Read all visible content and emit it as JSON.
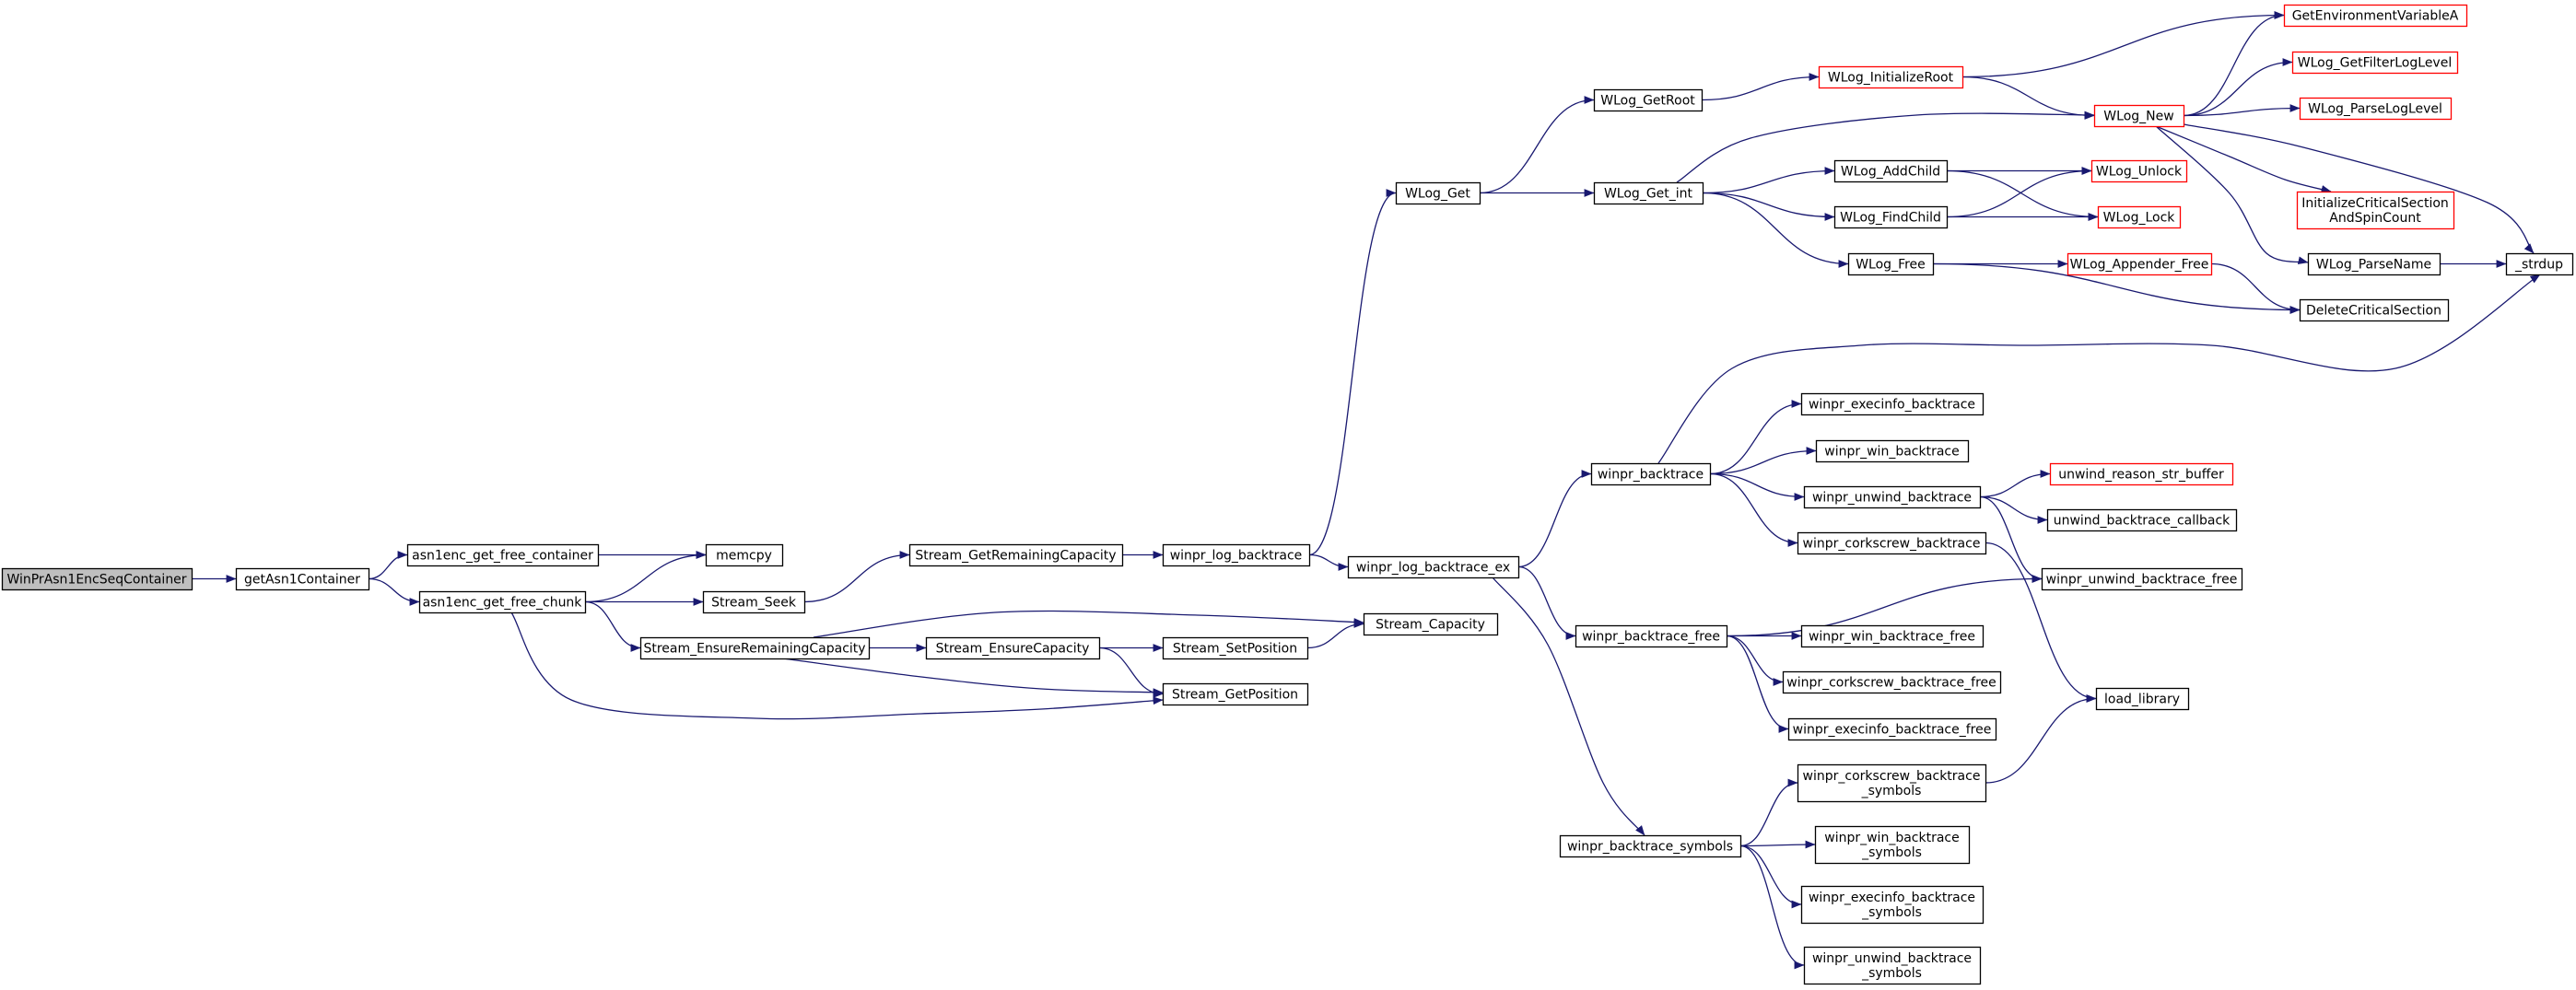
{
  "colors": {
    "edge": "#191970",
    "node_border": "#000000",
    "node_fill": "#ffffff",
    "root_fill": "#bfbfbf",
    "truncated_border": "#ff0000"
  },
  "nodes": [
    {
      "id": "root",
      "lines": [
        "WinPrAsn1EncSeqContainer"
      ],
      "style": "root"
    },
    {
      "id": "getAsn1Container",
      "lines": [
        "getAsn1Container"
      ]
    },
    {
      "id": "asn1enc_get_free_container",
      "lines": [
        "asn1enc_get_free_container"
      ]
    },
    {
      "id": "asn1enc_get_free_chunk",
      "lines": [
        "asn1enc_get_free_chunk"
      ]
    },
    {
      "id": "memcpy",
      "lines": [
        "memcpy"
      ]
    },
    {
      "id": "Stream_Seek",
      "lines": [
        "Stream_Seek"
      ]
    },
    {
      "id": "Stream_EnsureRemainingCapacity",
      "lines": [
        "Stream_EnsureRemainingCapacity"
      ]
    },
    {
      "id": "Stream_GetRemainingCapacity",
      "lines": [
        "Stream_GetRemainingCapacity"
      ]
    },
    {
      "id": "Stream_EnsureCapacity",
      "lines": [
        "Stream_EnsureCapacity"
      ]
    },
    {
      "id": "Stream_SetPosition",
      "lines": [
        "Stream_SetPosition"
      ]
    },
    {
      "id": "Stream_GetPosition",
      "lines": [
        "Stream_GetPosition"
      ]
    },
    {
      "id": "Stream_Capacity",
      "lines": [
        "Stream_Capacity"
      ]
    },
    {
      "id": "winpr_log_backtrace",
      "lines": [
        "winpr_log_backtrace"
      ]
    },
    {
      "id": "winpr_log_backtrace_ex",
      "lines": [
        "winpr_log_backtrace_ex"
      ]
    },
    {
      "id": "WLog_Get",
      "lines": [
        "WLog_Get"
      ]
    },
    {
      "id": "WLog_GetRoot",
      "lines": [
        "WLog_GetRoot"
      ]
    },
    {
      "id": "WLog_Get_int",
      "lines": [
        "WLog_Get_int"
      ]
    },
    {
      "id": "WLog_InitializeRoot",
      "lines": [
        "WLog_InitializeRoot"
      ],
      "style": "truncated"
    },
    {
      "id": "WLog_New",
      "lines": [
        "WLog_New"
      ],
      "style": "truncated"
    },
    {
      "id": "WLog_AddChild",
      "lines": [
        "WLog_AddChild"
      ]
    },
    {
      "id": "WLog_FindChild",
      "lines": [
        "WLog_FindChild"
      ]
    },
    {
      "id": "WLog_Free",
      "lines": [
        "WLog_Free"
      ]
    },
    {
      "id": "WLog_Unlock",
      "lines": [
        "WLog_Unlock"
      ],
      "style": "truncated"
    },
    {
      "id": "WLog_Lock",
      "lines": [
        "WLog_Lock"
      ],
      "style": "truncated"
    },
    {
      "id": "WLog_Appender_Free",
      "lines": [
        "WLog_Appender_Free"
      ],
      "style": "truncated"
    },
    {
      "id": "GetEnvironmentVariableA",
      "lines": [
        "GetEnvironmentVariableA"
      ],
      "style": "truncated"
    },
    {
      "id": "WLog_GetFilterLogLevel",
      "lines": [
        "WLog_GetFilterLogLevel"
      ],
      "style": "truncated"
    },
    {
      "id": "WLog_ParseLogLevel",
      "lines": [
        "WLog_ParseLogLevel"
      ],
      "style": "truncated"
    },
    {
      "id": "InitializeCriticalSectionAndSpinCount",
      "lines": [
        "InitializeCriticalSection",
        "AndSpinCount"
      ],
      "style": "truncated"
    },
    {
      "id": "WLog_ParseName",
      "lines": [
        "WLog_ParseName"
      ]
    },
    {
      "id": "DeleteCriticalSection",
      "lines": [
        "DeleteCriticalSection"
      ]
    },
    {
      "id": "_strdup",
      "lines": [
        "_strdup"
      ]
    },
    {
      "id": "winpr_backtrace",
      "lines": [
        "winpr_backtrace"
      ]
    },
    {
      "id": "winpr_execinfo_backtrace",
      "lines": [
        "winpr_execinfo_backtrace"
      ]
    },
    {
      "id": "winpr_win_backtrace",
      "lines": [
        "winpr_win_backtrace"
      ]
    },
    {
      "id": "winpr_unwind_backtrace",
      "lines": [
        "winpr_unwind_backtrace"
      ]
    },
    {
      "id": "winpr_corkscrew_backtrace",
      "lines": [
        "winpr_corkscrew_backtrace"
      ]
    },
    {
      "id": "unwind_reason_str_buffer",
      "lines": [
        "unwind_reason_str_buffer"
      ],
      "style": "truncated"
    },
    {
      "id": "unwind_backtrace_callback",
      "lines": [
        "unwind_backtrace_callback"
      ]
    },
    {
      "id": "winpr_unwind_backtrace_free",
      "lines": [
        "winpr_unwind_backtrace_free"
      ]
    },
    {
      "id": "winpr_backtrace_free",
      "lines": [
        "winpr_backtrace_free"
      ]
    },
    {
      "id": "winpr_win_backtrace_free",
      "lines": [
        "winpr_win_backtrace_free"
      ]
    },
    {
      "id": "winpr_corkscrew_backtrace_free",
      "lines": [
        "winpr_corkscrew_backtrace_free"
      ]
    },
    {
      "id": "winpr_execinfo_backtrace_free",
      "lines": [
        "winpr_execinfo_backtrace_free"
      ]
    },
    {
      "id": "load_library",
      "lines": [
        "load_library"
      ]
    },
    {
      "id": "winpr_backtrace_symbols",
      "lines": [
        "winpr_backtrace_symbols"
      ]
    },
    {
      "id": "winpr_corkscrew_backtrace_symbols",
      "lines": [
        "winpr_corkscrew_backtrace",
        "_symbols"
      ]
    },
    {
      "id": "winpr_win_backtrace_symbols",
      "lines": [
        "winpr_win_backtrace",
        "_symbols"
      ]
    },
    {
      "id": "winpr_execinfo_backtrace_symbols",
      "lines": [
        "winpr_execinfo_backtrace",
        "_symbols"
      ]
    },
    {
      "id": "winpr_unwind_backtrace_symbols",
      "lines": [
        "winpr_unwind_backtrace",
        "_symbols"
      ]
    }
  ],
  "edges": [
    [
      "root",
      "getAsn1Container"
    ],
    [
      "getAsn1Container",
      "asn1enc_get_free_container"
    ],
    [
      "getAsn1Container",
      "asn1enc_get_free_chunk"
    ],
    [
      "asn1enc_get_free_container",
      "memcpy"
    ],
    [
      "asn1enc_get_free_chunk",
      "memcpy"
    ],
    [
      "asn1enc_get_free_chunk",
      "Stream_Seek"
    ],
    [
      "asn1enc_get_free_chunk",
      "Stream_EnsureRemainingCapacity"
    ],
    [
      "asn1enc_get_free_chunk",
      "Stream_GetPosition"
    ],
    [
      "Stream_Seek",
      "Stream_GetRemainingCapacity"
    ],
    [
      "Stream_EnsureRemainingCapacity",
      "Stream_Capacity"
    ],
    [
      "Stream_EnsureRemainingCapacity",
      "Stream_EnsureCapacity"
    ],
    [
      "Stream_EnsureRemainingCapacity",
      "Stream_GetPosition"
    ],
    [
      "Stream_EnsureCapacity",
      "Stream_SetPosition"
    ],
    [
      "Stream_EnsureCapacity",
      "Stream_GetPosition"
    ],
    [
      "Stream_SetPosition",
      "Stream_Capacity"
    ],
    [
      "Stream_GetRemainingCapacity",
      "winpr_log_backtrace"
    ],
    [
      "winpr_log_backtrace",
      "WLog_Get"
    ],
    [
      "winpr_log_backtrace",
      "winpr_log_backtrace_ex"
    ],
    [
      "WLog_Get",
      "WLog_GetRoot"
    ],
    [
      "WLog_Get",
      "WLog_Get_int"
    ],
    [
      "WLog_GetRoot",
      "WLog_InitializeRoot"
    ],
    [
      "WLog_InitializeRoot",
      "GetEnvironmentVariableA"
    ],
    [
      "WLog_InitializeRoot",
      "WLog_New"
    ],
    [
      "WLog_Get_int",
      "WLog_New"
    ],
    [
      "WLog_Get_int",
      "WLog_AddChild"
    ],
    [
      "WLog_Get_int",
      "WLog_FindChild"
    ],
    [
      "WLog_Get_int",
      "WLog_Free"
    ],
    [
      "WLog_New",
      "GetEnvironmentVariableA"
    ],
    [
      "WLog_New",
      "WLog_GetFilterLogLevel"
    ],
    [
      "WLog_New",
      "WLog_ParseLogLevel"
    ],
    [
      "WLog_New",
      "InitializeCriticalSectionAndSpinCount"
    ],
    [
      "WLog_New",
      "WLog_ParseName"
    ],
    [
      "WLog_New",
      "_strdup"
    ],
    [
      "WLog_AddChild",
      "WLog_Unlock"
    ],
    [
      "WLog_AddChild",
      "WLog_Lock"
    ],
    [
      "WLog_FindChild",
      "WLog_Unlock"
    ],
    [
      "WLog_FindChild",
      "WLog_Lock"
    ],
    [
      "WLog_Free",
      "WLog_Appender_Free"
    ],
    [
      "WLog_Free",
      "DeleteCriticalSection"
    ],
    [
      "WLog_Appender_Free",
      "DeleteCriticalSection"
    ],
    [
      "WLog_ParseName",
      "_strdup"
    ],
    [
      "winpr_log_backtrace_ex",
      "winpr_backtrace"
    ],
    [
      "winpr_log_backtrace_ex",
      "winpr_backtrace_free"
    ],
    [
      "winpr_log_backtrace_ex",
      "winpr_backtrace_symbols"
    ],
    [
      "winpr_backtrace",
      "_strdup"
    ],
    [
      "winpr_backtrace",
      "winpr_execinfo_backtrace"
    ],
    [
      "winpr_backtrace",
      "winpr_win_backtrace"
    ],
    [
      "winpr_backtrace",
      "winpr_unwind_backtrace"
    ],
    [
      "winpr_backtrace",
      "winpr_corkscrew_backtrace"
    ],
    [
      "winpr_unwind_backtrace",
      "unwind_reason_str_buffer"
    ],
    [
      "winpr_unwind_backtrace",
      "unwind_backtrace_callback"
    ],
    [
      "winpr_unwind_backtrace",
      "winpr_unwind_backtrace_free"
    ],
    [
      "winpr_corkscrew_backtrace",
      "load_library"
    ],
    [
      "winpr_backtrace_free",
      "winpr_unwind_backtrace_free"
    ],
    [
      "winpr_backtrace_free",
      "winpr_win_backtrace_free"
    ],
    [
      "winpr_backtrace_free",
      "winpr_corkscrew_backtrace_free"
    ],
    [
      "winpr_backtrace_free",
      "winpr_execinfo_backtrace_free"
    ],
    [
      "winpr_backtrace_symbols",
      "winpr_corkscrew_backtrace_symbols"
    ],
    [
      "winpr_backtrace_symbols",
      "winpr_win_backtrace_symbols"
    ],
    [
      "winpr_backtrace_symbols",
      "winpr_execinfo_backtrace_symbols"
    ],
    [
      "winpr_backtrace_symbols",
      "winpr_unwind_backtrace_symbols"
    ],
    [
      "winpr_corkscrew_backtrace_symbols",
      "load_library"
    ]
  ]
}
